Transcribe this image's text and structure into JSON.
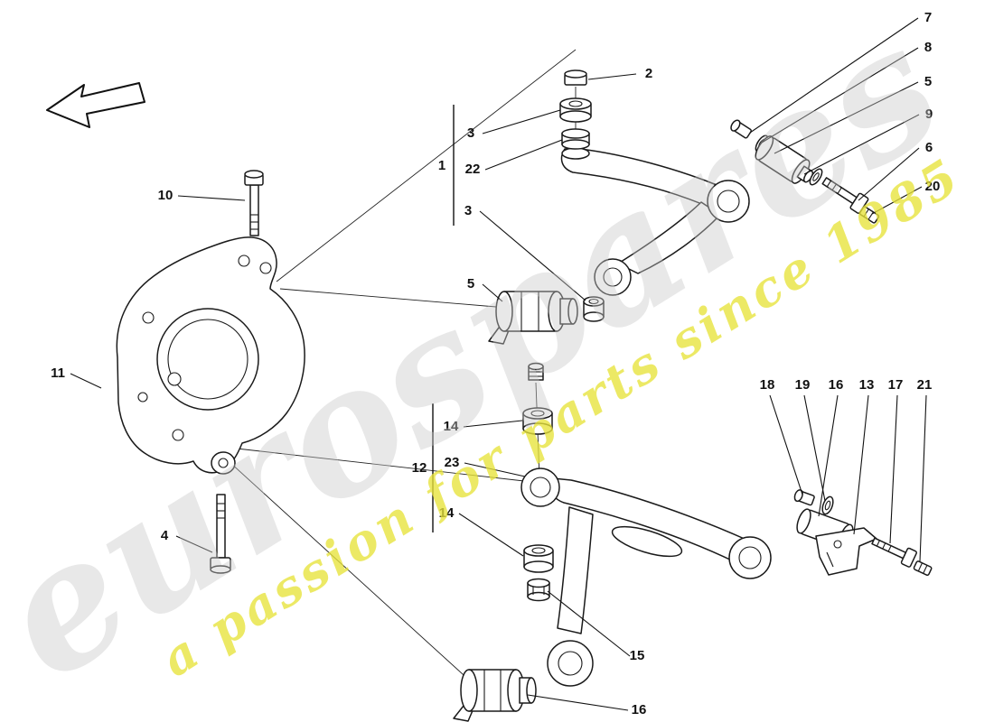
{
  "watermark": {
    "brand": "eurospares",
    "tagline": "a passion for parts since 1985"
  },
  "colors": {
    "line": "#1a1a1a",
    "watermark_gray": "#c9c9c9",
    "watermark_yellow": "#e7e33b"
  },
  "callouts": {
    "n1": "1",
    "n2": "2",
    "n3_upper": "3",
    "n3_lower": "3",
    "n4": "4",
    "n5_top_right": "5",
    "n5_center": "5",
    "n6": "6",
    "n7": "7",
    "n8": "8",
    "n9": "9",
    "n10": "10",
    "n11": "11",
    "n12": "12",
    "n13": "13",
    "n14_upper": "14",
    "n14_lower": "14",
    "n15": "15",
    "n16_right": "16",
    "n16_bottom": "16",
    "n17": "17",
    "n18": "18",
    "n19": "19",
    "n20": "20",
    "n21": "21",
    "n22": "22",
    "n23": "23"
  }
}
